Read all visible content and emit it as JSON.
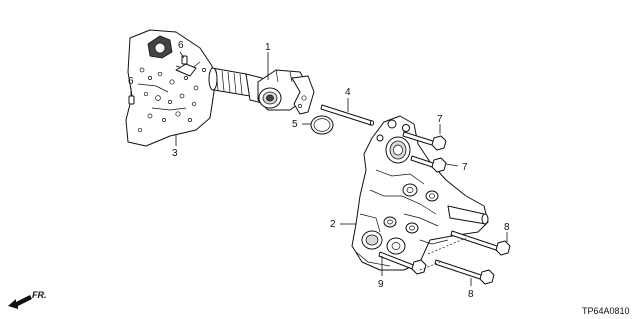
{
  "diagram": {
    "callouts": {
      "p1": "1",
      "p2": "2",
      "p3": "3",
      "p4": "4",
      "p5": "5",
      "p6a": "6",
      "p6b": "6",
      "p7a": "7",
      "p7b": "7",
      "p8a": "8",
      "p8b": "8",
      "p9": "9"
    },
    "direction_label": "FR.",
    "diagram_code": "TP64A0810"
  }
}
